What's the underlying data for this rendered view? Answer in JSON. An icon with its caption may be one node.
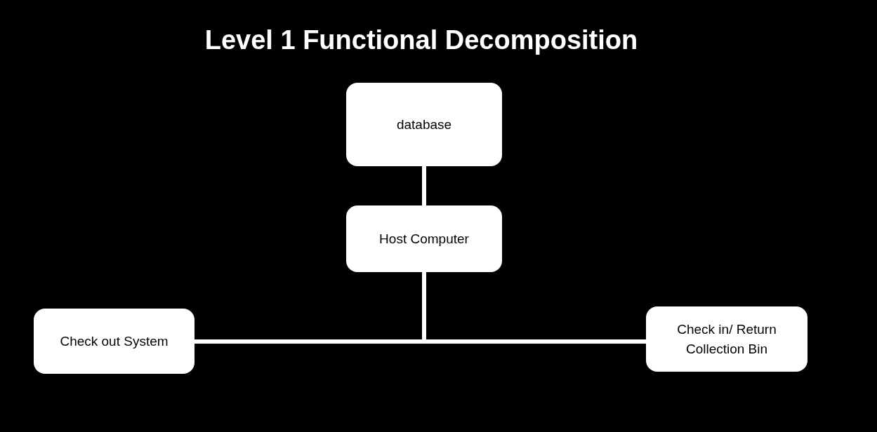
{
  "diagram": {
    "title": "Level 1 Functional Decomposition",
    "nodes": [
      {
        "text": [
          "database"
        ]
      },
      {
        "text": [
          "Host Computer"
        ]
      },
      {
        "text": [
          "Check out System"
        ]
      },
      {
        "text": [
          "Check in/ Return Collection Bin"
        ]
      }
    ],
    "edges": [
      {
        "from": 0,
        "to": 1,
        "arrow": "none"
      },
      {
        "from": 1,
        "to": 2,
        "arrow": "none"
      },
      {
        "from": 1,
        "to": 3,
        "arrow": "none"
      }
    ]
  }
}
